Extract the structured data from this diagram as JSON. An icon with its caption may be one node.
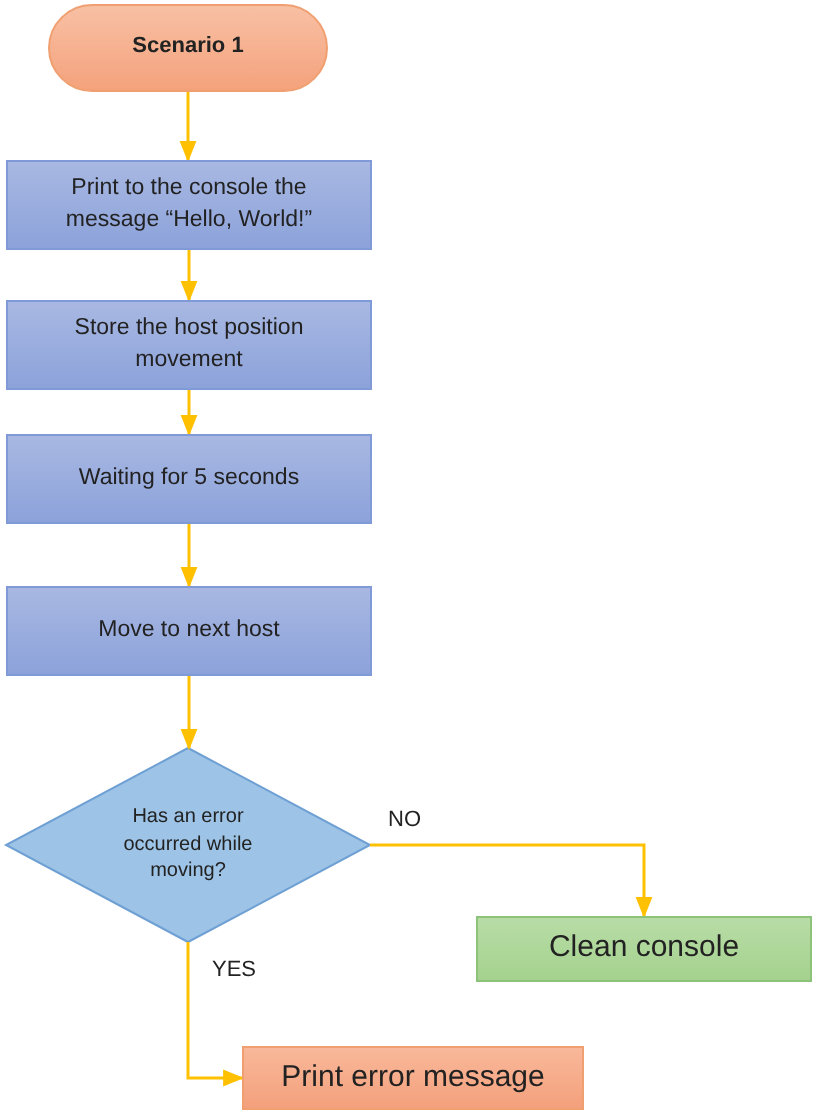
{
  "diagram": {
    "nodes": [
      {
        "text": [
          "Scenario 1"
        ]
      },
      {
        "text": [
          "Print to the console the message “Hello, World!”"
        ]
      },
      {
        "text": [
          "Store the host position movement"
        ]
      },
      {
        "text": [
          "Waiting for 5 seconds"
        ]
      },
      {
        "text": [
          "Move to next host"
        ]
      },
      {
        "text": [
          "Has an error occurred while moving?"
        ]
      },
      {
        "text": [
          "Clean console"
        ]
      },
      {
        "text": [
          "Print error message"
        ]
      }
    ],
    "edges": [
      {
        "from": 0,
        "to": 1,
        "arrow": "to"
      },
      {
        "from": 1,
        "to": 2,
        "arrow": "to"
      },
      {
        "from": 2,
        "to": 3,
        "arrow": "to"
      },
      {
        "from": 3,
        "to": 4,
        "arrow": "to"
      },
      {
        "from": 4,
        "to": 5,
        "arrow": "to"
      },
      {
        "from": 5,
        "to": 6,
        "arrow": "to",
        "label": "NO"
      },
      {
        "from": 5,
        "to": 7,
        "arrow": "to",
        "label": "YES"
      }
    ]
  }
}
